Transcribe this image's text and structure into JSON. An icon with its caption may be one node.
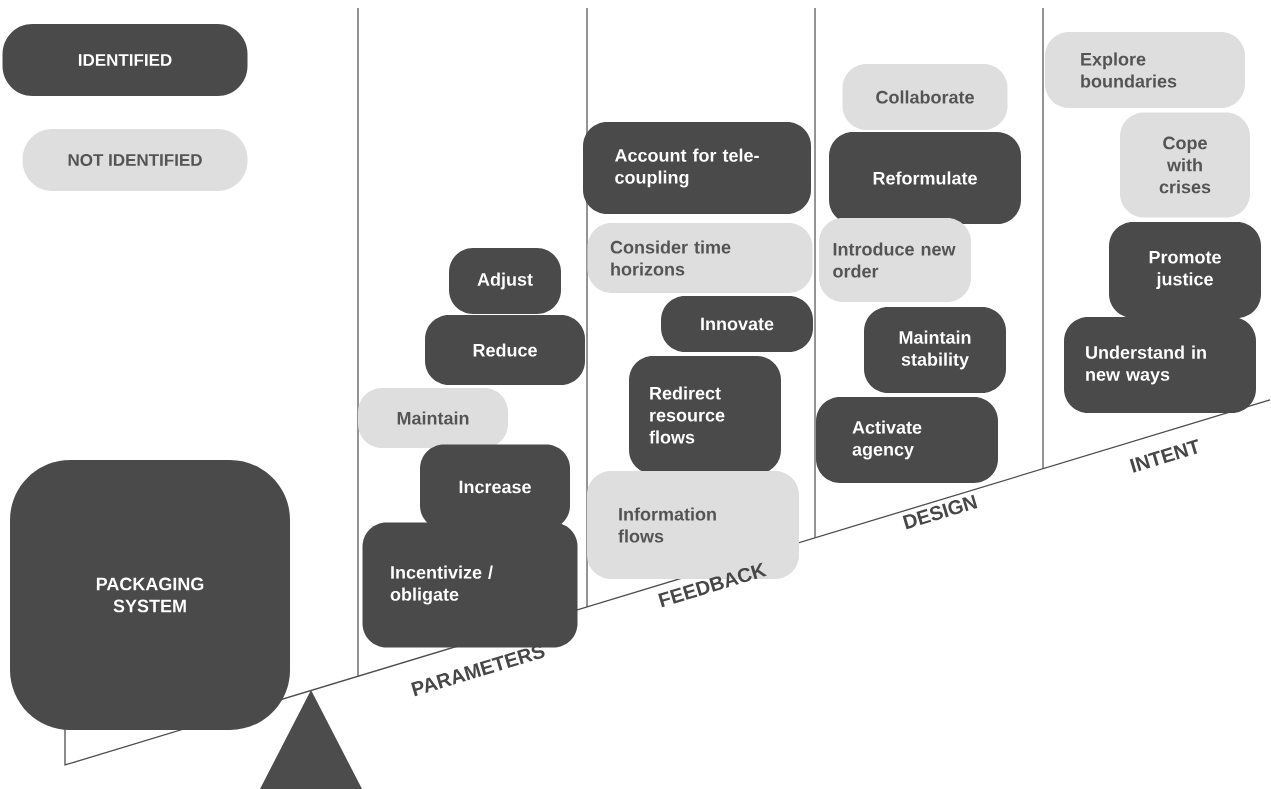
{
  "diagram": {
    "nodes": [
      {
        "text": [
          "PACKAGING SYSTEM"
        ]
      },
      {
        "text": [
          "Adjust"
        ]
      },
      {
        "text": [
          "Reduce"
        ]
      },
      {
        "text": [
          "Maintain"
        ]
      },
      {
        "text": [
          "Increase"
        ]
      },
      {
        "text": [
          "Incentivize / obligate"
        ]
      },
      {
        "text": [
          "Account for tele-coupling"
        ]
      },
      {
        "text": [
          "Consider time horizons"
        ]
      },
      {
        "text": [
          "Innovate"
        ]
      },
      {
        "text": [
          "Redirect resource flows"
        ]
      },
      {
        "text": [
          "Information flows"
        ]
      },
      {
        "text": [
          "Collaborate"
        ]
      },
      {
        "text": [
          "Reformulate"
        ]
      },
      {
        "text": [
          "Introduce new order"
        ]
      },
      {
        "text": [
          "Maintain stability"
        ]
      },
      {
        "text": [
          "Activate agency"
        ]
      },
      {
        "text": [
          "Explore boundaries"
        ]
      },
      {
        "text": [
          "Cope with crises"
        ]
      },
      {
        "text": [
          "Promote justice"
        ]
      },
      {
        "text": [
          "Understand in new ways"
        ]
      }
    ],
    "labels": [
      "PARAMETERS",
      "FEEDBACK",
      "DESIGN",
      "INTENT"
    ],
    "legend": [
      {
        "text": "IDENTIFIED",
        "color": "#4a4a4a"
      },
      {
        "text": "NOT IDENTIFIED",
        "color": "#dedede"
      }
    ]
  }
}
